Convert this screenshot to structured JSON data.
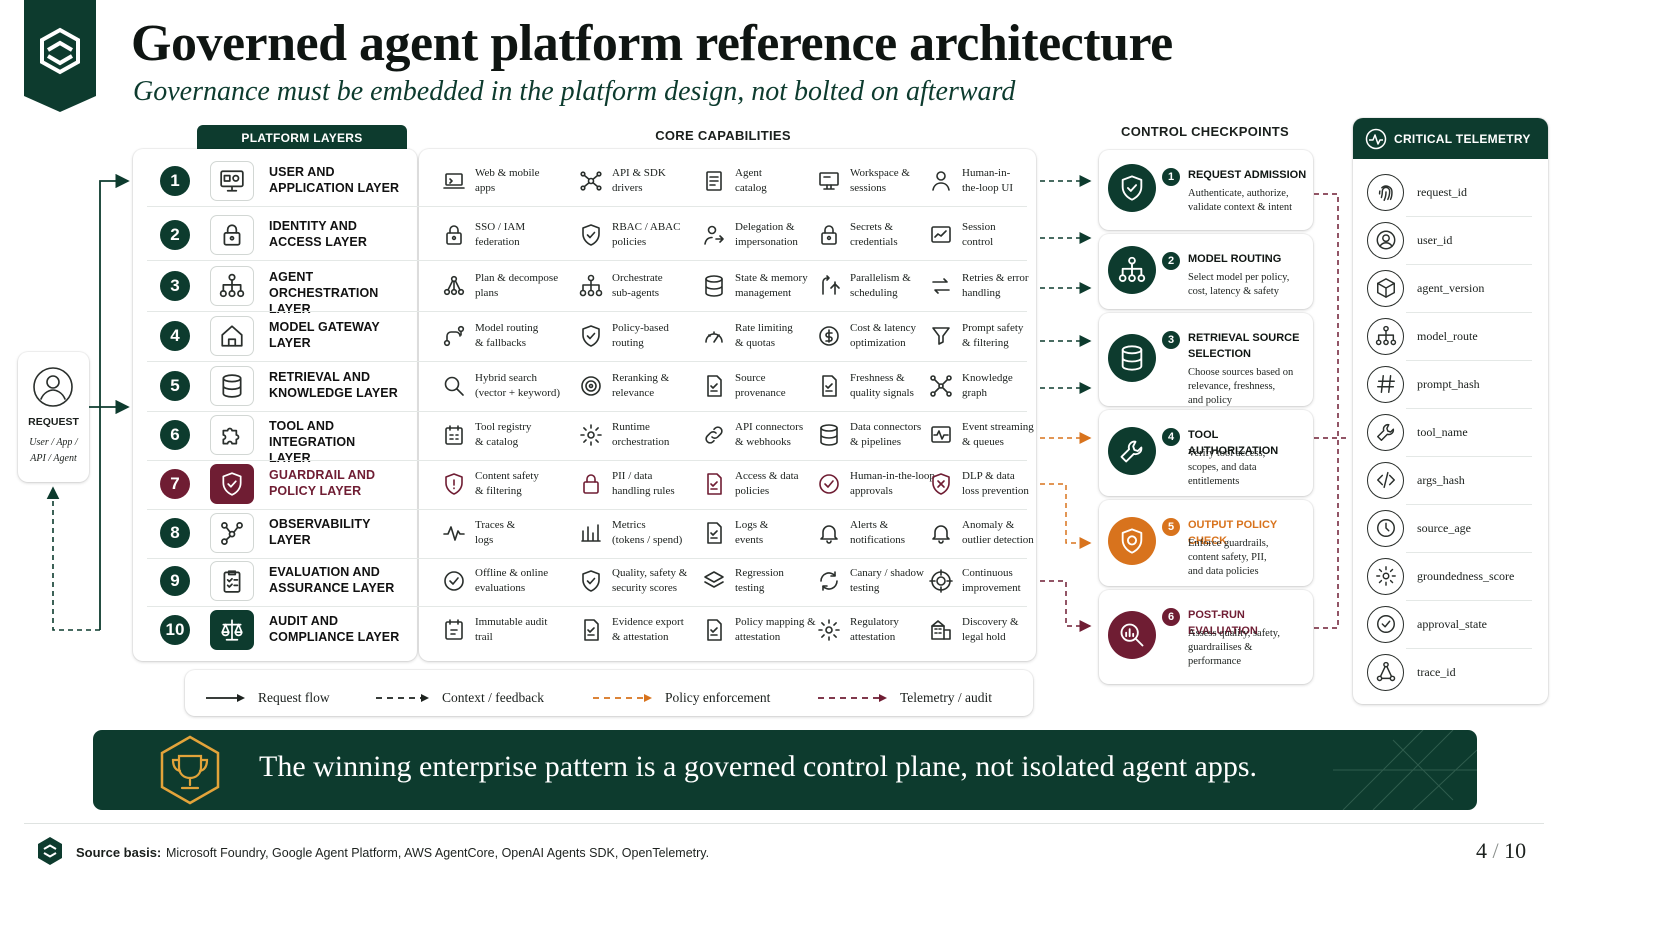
{
  "title": "Governed agent platform reference architecture",
  "subtitle": "Governance must be embedded in the platform design, not bolted on afterward",
  "headers": {
    "layers": "PLATFORM LAYERS",
    "capabilities": "CORE CAPABILITIES",
    "checkpoints": "CONTROL CHECKPOINTS",
    "telemetry": "CRITICAL TELEMETRY"
  },
  "request": {
    "label": "REQUEST",
    "sub1": "User / App /",
    "sub2": "API / Agent"
  },
  "layers": [
    {
      "num": "1",
      "name": "USER AND\nAPPLICATION LAYER",
      "icon": "monitor-icon",
      "caps": [
        "Web & mobile\napps",
        "API & SDK\ndrivers",
        "Agent\ncatalog",
        "Workspace &\nsessions",
        "Human-in-\nthe-loop UI"
      ]
    },
    {
      "num": "2",
      "name": "IDENTITY AND\nACCESS LAYER",
      "icon": "lock-icon",
      "caps": [
        "SSO / IAM\nfederation",
        "RBAC / ABAC\npolicies",
        "Delegation &\nimpersonation",
        "Secrets &\ncredentials",
        "Session\ncontrol"
      ]
    },
    {
      "num": "3",
      "name": "AGENT\nORCHESTRATION LAYER",
      "icon": "hierarchy-icon",
      "caps": [
        "Plan & decompose\nplans",
        "Orchestrate\nsub-agents",
        "State & memory\nmanagement",
        "Parallelism &\nscheduling",
        "Retries & error\nhandling"
      ]
    },
    {
      "num": "4",
      "name": "MODEL GATEWAY\nLAYER",
      "icon": "gateway-icon",
      "caps": [
        "Model routing\n& fallbacks",
        "Policy-based\nrouting",
        "Rate limiting\n& quotas",
        "Cost & latency\noptimization",
        "Prompt safety\n& filtering"
      ]
    },
    {
      "num": "5",
      "name": "RETRIEVAL AND\nKNOWLEDGE LAYER",
      "icon": "database-icon",
      "caps": [
        "Hybrid search\n(vector + keyword)",
        "Reranking &\nrelevance",
        "Source\nprovenance",
        "Freshness &\nquality signals",
        "Knowledge\ngraph"
      ]
    },
    {
      "num": "6",
      "name": "TOOL AND INTEGRATION\nLAYER",
      "icon": "puzzle-icon",
      "caps": [
        "Tool registry\n& catalog",
        "Runtime\norchestration",
        "API connectors\n& webhooks",
        "Data connectors\n& pipelines",
        "Event streaming\n& queues"
      ]
    },
    {
      "num": "7",
      "name": "GUARDRAIL AND\nPOLICY LAYER",
      "icon": "shield-icon",
      "caps": [
        "Content safety\n& filtering",
        "PII / data\nhandling rules",
        "Access & data\npolicies",
        "Human-in-the-loop\napprovals",
        "DLP & data\nloss prevention"
      ]
    },
    {
      "num": "8",
      "name": "OBSERVABILITY\nLAYER",
      "icon": "nodes-icon",
      "caps": [
        "Traces &\nlogs",
        "Metrics\n(tokens / spend)",
        "Logs &\nevents",
        "Alerts &\nnotifications",
        "Anomaly &\noutlier detection"
      ]
    },
    {
      "num": "9",
      "name": "EVALUATION AND\nASSURANCE LAYER",
      "icon": "clipboard-icon",
      "caps": [
        "Offline & online\nevaluations",
        "Quality, safety &\nsecurity scores",
        "Regression\ntesting",
        "Canary / shadow\ntesting",
        "Continuous\nimprovement"
      ]
    },
    {
      "num": "10",
      "name": "AUDIT AND\nCOMPLIANCE LAYER",
      "icon": "scales-icon",
      "caps": [
        "Immutable audit\ntrail",
        "Evidence export\n& attestation",
        "Policy mapping &\nattestation",
        "Regulatory\nattestation",
        "Discovery &\nlegal hold"
      ]
    }
  ],
  "checkpoints": [
    {
      "num": "1",
      "title": "REQUEST ADMISSION",
      "desc": "Authenticate, authorize,\nvalidate context & intent",
      "icon": "shield-check-icon"
    },
    {
      "num": "2",
      "title": "MODEL ROUTING",
      "desc": "Select model per policy,\ncost, latency & safety",
      "icon": "routing-icon"
    },
    {
      "num": "3",
      "title": "RETRIEVAL SOURCE\nSELECTION",
      "desc": "Choose sources based on\nrelevance, freshness,\nand policy",
      "icon": "database-icon"
    },
    {
      "num": "4",
      "title": "TOOL AUTHORIZATION",
      "desc": "Verify tool access,\nscopes, and data\nentitlements",
      "icon": "wrench-icon"
    },
    {
      "num": "5",
      "title": "OUTPUT POLICY CHECK",
      "desc": "Enforce guardrails,\ncontent safety, PII,\nand data policies",
      "icon": "shield-policy-icon"
    },
    {
      "num": "6",
      "title": "POST-RUN EVALUATION",
      "desc": "Assess quality, safety,\nguardrailises &\nperformance",
      "icon": "magnifier-chart-icon"
    }
  ],
  "telemetry": [
    {
      "label": "request_id",
      "icon": "fingerprint-icon"
    },
    {
      "label": "user_id",
      "icon": "user-icon"
    },
    {
      "label": "agent_version",
      "icon": "cube-icon"
    },
    {
      "label": "model_route",
      "icon": "route-tree-icon"
    },
    {
      "label": "prompt_hash",
      "icon": "hash-icon"
    },
    {
      "label": "tool_name",
      "icon": "wrench-icon"
    },
    {
      "label": "args_hash",
      "icon": "code-icon"
    },
    {
      "label": "source_age",
      "icon": "clock-icon"
    },
    {
      "label": "groundedness_score",
      "icon": "gear-icon"
    },
    {
      "label": "approval_state",
      "icon": "check-circle-icon"
    },
    {
      "label": "trace_id",
      "icon": "trace-nodes-icon"
    }
  ],
  "legend": {
    "request_flow": "Request flow",
    "context_feedback": "Context / feedback",
    "policy_enforcement": "Policy enforcement",
    "telemetry_audit": "Telemetry / audit"
  },
  "banner": "The winning enterprise pattern is a governed control plane, not isolated agent apps.",
  "footer": {
    "source_label": "Source basis:",
    "source_text": "Microsoft Foundry, Google Agent Platform, AWS AgentCore, OpenAI Agents SDK, OpenTelemetry.",
    "page": "4",
    "page_sep": "/",
    "page_total": "10"
  },
  "colors": {
    "dark_green": "#0d3b2e",
    "maroon": "#6f1d33",
    "orange": "#d8731d",
    "gold": "#e2a33a"
  }
}
